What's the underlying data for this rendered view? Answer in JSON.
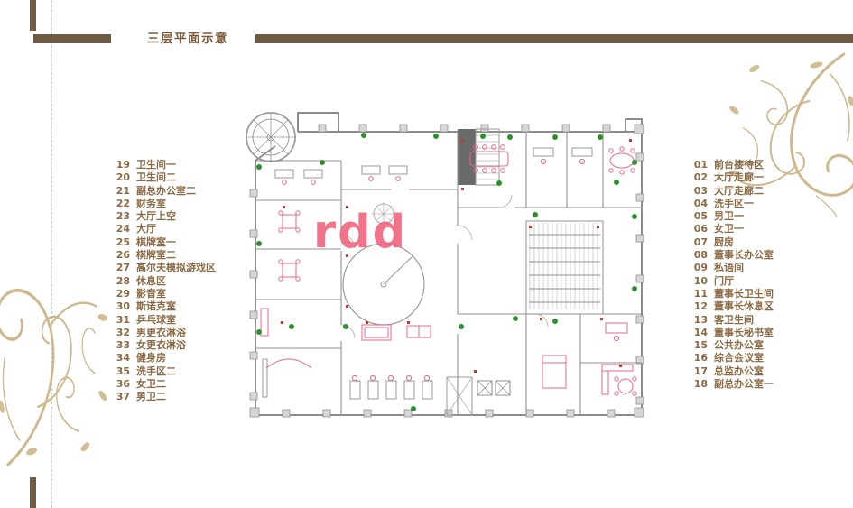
{
  "slide": {
    "title": "三层平面示意",
    "watermark": "rdd"
  },
  "colors": {
    "accent-brown": "#7a5a38",
    "bar-brown": "#6e5a45",
    "legend-brown": "#8a6b45",
    "gold": "#c9b283",
    "pink": "#e06a8c",
    "watermark-pink": "#f0657f",
    "plan-gray": "#8f8f8f",
    "plant-green": "#2e8f2e"
  },
  "legend_left": {
    "items": [
      {
        "num": "19",
        "label": "卫生间一"
      },
      {
        "num": "20",
        "label": "卫生间二"
      },
      {
        "num": "21",
        "label": "副总办公室二"
      },
      {
        "num": "22",
        "label": "财务室"
      },
      {
        "num": "23",
        "label": "大厅上空"
      },
      {
        "num": "24",
        "label": "大厅"
      },
      {
        "num": "25",
        "label": "棋牌室一"
      },
      {
        "num": "26",
        "label": "棋牌室二"
      },
      {
        "num": "27",
        "label": "高尔夫模拟游戏区"
      },
      {
        "num": "28",
        "label": "休息区"
      },
      {
        "num": "29",
        "label": "影音室"
      },
      {
        "num": "30",
        "label": "斯诺克室"
      },
      {
        "num": "31",
        "label": "乒乓球室"
      },
      {
        "num": "32",
        "label": "男更衣淋浴"
      },
      {
        "num": "33",
        "label": "女更衣淋浴"
      },
      {
        "num": "34",
        "label": "健身房"
      },
      {
        "num": "35",
        "label": "洗手区二"
      },
      {
        "num": "36",
        "label": "女卫二"
      },
      {
        "num": "37",
        "label": "男卫二"
      }
    ]
  },
  "legend_right": {
    "items": [
      {
        "num": "01",
        "label": "前台接待区"
      },
      {
        "num": "02",
        "label": "大厅走廊一"
      },
      {
        "num": "03",
        "label": "大厅走廊二"
      },
      {
        "num": "04",
        "label": "洗手区一"
      },
      {
        "num": "05",
        "label": "男卫一"
      },
      {
        "num": "06",
        "label": "女卫一"
      },
      {
        "num": "07",
        "label": "厨房"
      },
      {
        "num": "08",
        "label": "董事长办公室"
      },
      {
        "num": "09",
        "label": "私语间"
      },
      {
        "num": "10",
        "label": "门厅"
      },
      {
        "num": "11",
        "label": "董事长卫生间"
      },
      {
        "num": "12",
        "label": "董事长休息区"
      },
      {
        "num": "13",
        "label": "客卫生间"
      },
      {
        "num": "14",
        "label": "董事长秘书室"
      },
      {
        "num": "15",
        "label": "公共办公室"
      },
      {
        "num": "16",
        "label": "综合会议室"
      },
      {
        "num": "17",
        "label": "总监办公室"
      },
      {
        "num": "18",
        "label": "副总办公室一"
      }
    ]
  }
}
